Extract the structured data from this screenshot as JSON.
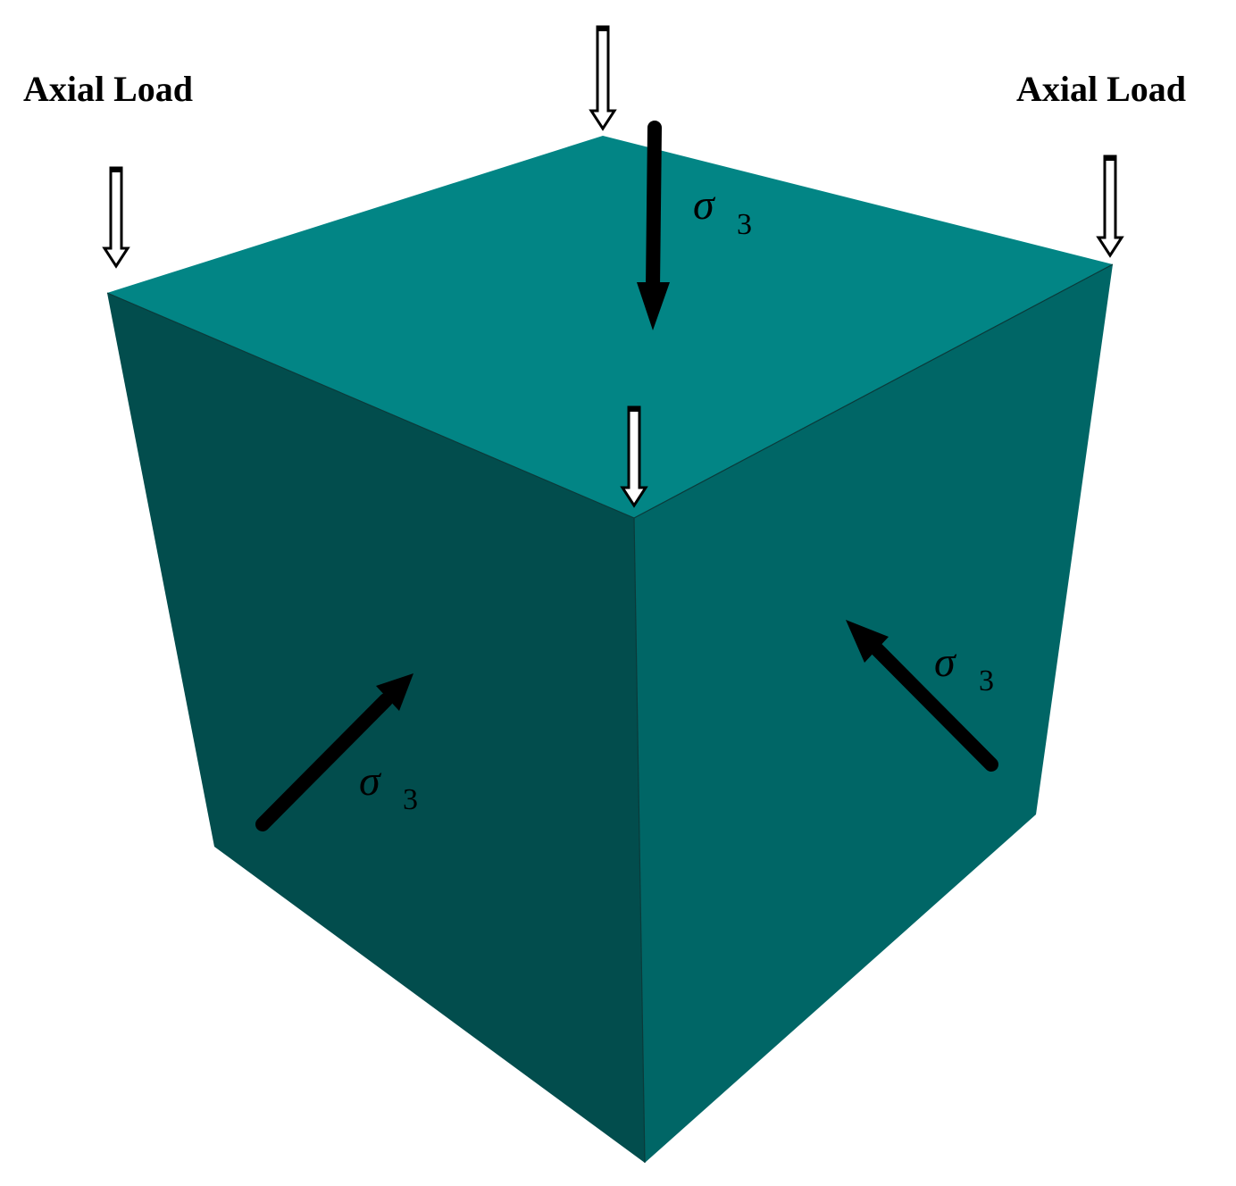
{
  "labels": {
    "axial_left": "Axial Load",
    "axial_right": "Axial Load"
  },
  "stress_labels": [
    {
      "symbol": "σ",
      "subscript": "3"
    },
    {
      "symbol": "σ",
      "subscript": "3"
    },
    {
      "symbol": "σ",
      "subscript": "3"
    }
  ],
  "colors": {
    "top_face": "#028585",
    "left_face": "#024d4d",
    "right_face": "#006666",
    "arrow": "#000000",
    "axial_arrow_fill": "#ffffff"
  }
}
